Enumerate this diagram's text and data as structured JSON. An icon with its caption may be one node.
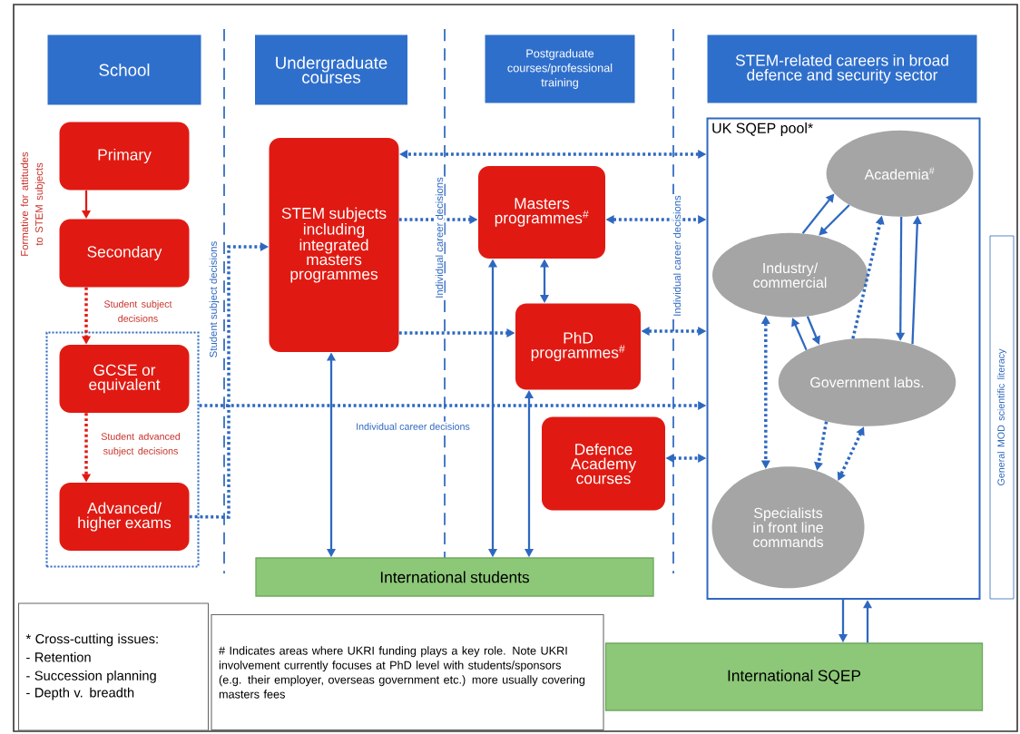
{
  "diagram": {
    "nodes": [
      {
        "text": [
          "School"
        ]
      },
      {
        "text": [
          "Undergraduate courses"
        ]
      },
      {
        "text": [
          "Postgraduate courses/professional training"
        ]
      },
      {
        "text": [
          "STEM-related careers in broad defence and security sector"
        ]
      },
      {
        "text": [
          "Primary"
        ]
      },
      {
        "text": [
          "Secondary"
        ]
      },
      {
        "text": [],
        "shape": "box"
      },
      {
        "text": [
          "GCSE or equivalent"
        ],
        "in": 6
      },
      {
        "text": [
          "Advanced/ higher exams"
        ],
        "in": 6
      },
      {
        "text": [
          "STEM subjects including integrated masters programmes"
        ]
      },
      {
        "text": [
          "Masters programmes$^{#}$"
        ]
      },
      {
        "text": [
          "PhD programmes$^{#}$"
        ]
      },
      {
        "text": [
          "Defence Academy courses"
        ]
      },
      {
        "text": [
          "UK SQEP pool*"
        ]
      },
      {
        "text": [
          "Academia$^{#}$"
        ],
        "in": 13
      },
      {
        "text": [
          "Industry/ commercial"
        ],
        "in": 13
      },
      {
        "text": [
          "Government labs."
        ],
        "in": 13
      },
      {
        "text": [
          "Specialists in front line commands"
        ],
        "in": 13
      },
      {
        "text": [
          "International students"
        ]
      },
      {
        "text": [
          "International SQEP"
        ]
      },
      {
        "text": [
          "* Cross-cutting issues:",
          "- Retention",
          "- Succession planning",
          "- Depth v. breadth"
        ]
      },
      {
        "text": [
          "# Indicates areas where UKRI funding plays a key role. Note UKRI involvement currently focuses at PhD level with students/sponsors (e.g. their employer, overseas government etc.) more usually covering masters fees"
        ]
      },
      {
        "text": [
          "General MOD scientific literacy"
        ]
      }
    ],
    "edges": [
      {
        "from": 4,
        "to": 5,
        "arrow": "to",
        "color": "#e01a12"
      },
      {
        "from": 5,
        "to": 7,
        "arrow": "to",
        "style": "dashed",
        "color": "#e01a12",
        "label": "Student subject decisions"
      },
      {
        "from": 7,
        "to": 8,
        "arrow": "to",
        "style": "dashed",
        "color": "#e01a12",
        "label": "Student advanced subject decisions"
      },
      {
        "from": 8,
        "to": 9,
        "arrow": "to",
        "style": "dashed"
      },
      {
        "from": 13,
        "to": 9,
        "arrow": "both",
        "style": "dashed"
      },
      {
        "from": 9,
        "to": 10,
        "arrow": "to",
        "style": "dashed"
      },
      {
        "from": 9,
        "to": 11,
        "arrow": "to",
        "style": "dashed"
      },
      {
        "from": 10,
        "to": 13,
        "arrow": "both",
        "style": "dashed"
      },
      {
        "from": 10,
        "to": 11,
        "arrow": "both"
      },
      {
        "from": 11,
        "to": 13,
        "arrow": "both",
        "style": "dashed"
      },
      {
        "from": 6,
        "to": 13,
        "arrow": "to",
        "style": "dashed",
        "label": "Individual career decisions"
      },
      {
        "from": 12,
        "to": 13,
        "arrow": "both",
        "style": "dashed"
      },
      {
        "from": 9,
        "to": 18,
        "arrow": "both"
      },
      {
        "from": 18,
        "to": 10,
        "arrow": "both"
      },
      {
        "from": 11,
        "to": 18,
        "arrow": "both"
      },
      {
        "from": 15,
        "to": 14,
        "arrow": "to"
      },
      {
        "from": 14,
        "to": 15,
        "arrow": "to"
      },
      {
        "from": 14,
        "to": 16,
        "arrow": "to"
      },
      {
        "from": 16,
        "to": 14,
        "arrow": "to"
      },
      {
        "from": 16,
        "to": 14,
        "arrow": "to",
        "style": "dashed"
      },
      {
        "from": 15,
        "to": 16,
        "arrow": "to"
      },
      {
        "from": 16,
        "to": 15,
        "arrow": "to"
      },
      {
        "from": 15,
        "to": 17,
        "arrow": "both",
        "style": "dashed"
      },
      {
        "from": 16,
        "to": 17,
        "arrow": "to",
        "style": "dashed"
      },
      {
        "from": 17,
        "to": 16,
        "arrow": "both",
        "style": "dashed"
      },
      {
        "from": 13,
        "to": 19,
        "arrow": "to"
      },
      {
        "from": 19,
        "to": 13,
        "arrow": "to"
      }
    ],
    "labels": [
      "Formative for attitudes to STEM subjects",
      "Student subject decisions",
      "Individual career decisions",
      "Individual career decisions"
    ]
  }
}
